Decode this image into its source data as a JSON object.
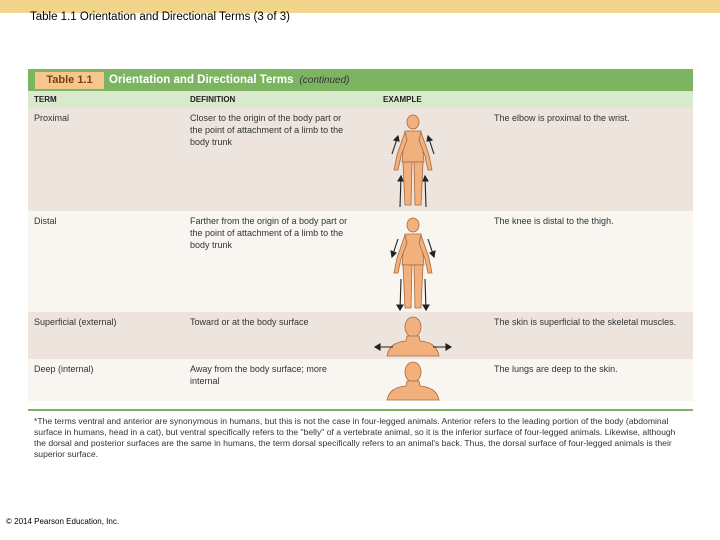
{
  "slide_title": "Table 1.1 Orientation and Directional Terms (3 of 3)",
  "table": {
    "tag": "Table 1.1",
    "title": "Orientation and Directional Terms",
    "continued": "(continued)",
    "columns": [
      "TERM",
      "DEFINITION",
      "EXAMPLE"
    ],
    "rows": [
      {
        "term": "Proximal",
        "definition": "Closer to the origin of the body part or the point of attachment of a limb to the body trunk",
        "example": "The elbow is proximal to the wrist.",
        "figure_icon": "full-body-figure-arrows-toward-trunk"
      },
      {
        "term": "Distal",
        "definition": "Farther from the origin of a body part or the point of attachment of a limb to the body trunk",
        "example": "The knee is distal to the thigh.",
        "figure_icon": "full-body-figure-arrows-away-from-trunk"
      },
      {
        "term": "Superficial (external)",
        "definition": "Toward or at the body surface",
        "example": "The skin is superficial to the skeletal muscles.",
        "figure_icon": "head-shoulders-arrows-outward"
      },
      {
        "term": "Deep (internal)",
        "definition": "Away from the body surface; more internal",
        "example": "The lungs are deep to the skin.",
        "figure_icon": "head-shoulders"
      }
    ]
  },
  "footnote": "*The terms ventral and anterior are synonymous in humans, but this is not the case in four-legged animals. Anterior refers to the leading portion of the body (abdominal surface in humans, head in a cat), but ventral specifically refers to the \"belly\" of a vertebrate animal, so it is the inferior surface of four-legged animals. Likewise, although the dorsal and posterior surfaces are the same in humans, the term dorsal specifically refers to an animal's back. Thus, the dorsal surface of four-legged animals is their superior surface.",
  "copyright": "© 2014 Pearson Education, Inc.",
  "colors": {
    "header_green": "#7db462",
    "subheader_green": "#d8e9cc",
    "row_shade": "#ece4dd",
    "row_light": "#f9f5f1",
    "tag_orange": "#f3c78e",
    "skin": "#f2b07d"
  }
}
